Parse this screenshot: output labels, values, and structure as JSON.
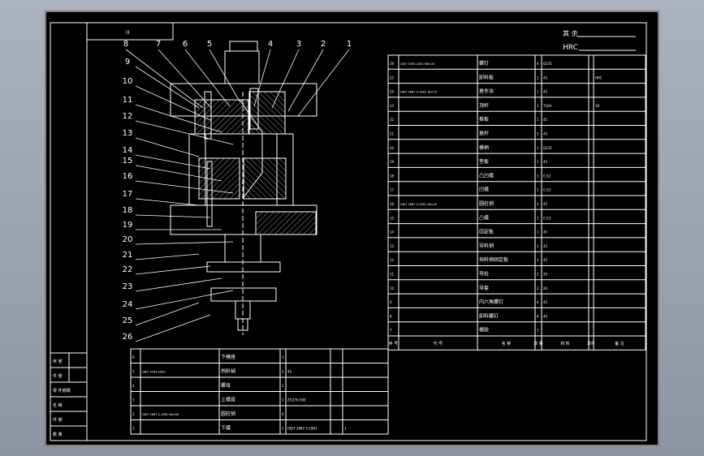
{
  "title_block": {
    "top_left_label": "ıı",
    "right_label_1": "其 余",
    "right_label_2": "HRC",
    "side_rows": [
      "序 號",
      "件 號",
      "零 件號碼",
      "名 稱",
      "件 號",
      "數    量"
    ]
  },
  "part_numbers": [
    "8",
    "7",
    "6",
    "5",
    "4",
    "3",
    "2",
    "1",
    "9",
    "10",
    "11",
    "12",
    "13",
    "14",
    "15",
    "16",
    "17",
    "18",
    "19",
    "20",
    "21",
    "22",
    "23",
    "24",
    "25",
    "26"
  ],
  "bom": {
    "header": [
      "序 号",
      "代  号",
      "名  称",
      "数 量",
      "材  料",
      "单件",
      "备  注"
    ],
    "rows": [
      {
        "no": "26",
        "code": "GB/T 5783-2000 M8×20",
        "name": "螺钉",
        "qty": "4",
        "mat": "Q235",
        "extra": ""
      },
      {
        "no": "25",
        "code": "",
        "name": "卸料板",
        "qty": "1",
        "mat": "45",
        "extra": "HRC"
      },
      {
        "no": "24",
        "code": "GB/T 2867.5-1981 16×70",
        "name": "推件块",
        "qty": "1",
        "mat": "45",
        "extra": ""
      },
      {
        "no": "23",
        "code": "",
        "name": "顶杆",
        "qty": "1",
        "mat": "T10A",
        "extra": "58"
      },
      {
        "no": "22",
        "code": "",
        "name": "推板",
        "qty": "1",
        "mat": "45",
        "extra": ""
      },
      {
        "no": "21",
        "code": "",
        "name": "推杆",
        "qty": "3",
        "mat": "45",
        "extra": ""
      },
      {
        "no": "20",
        "code": "",
        "name": "模柄",
        "qty": "1",
        "mat": "Q235",
        "extra": ""
      },
      {
        "no": "19",
        "code": "",
        "name": "垫板",
        "qty": "1",
        "mat": "45",
        "extra": ""
      },
      {
        "no": "18",
        "code": "",
        "name": "凸凹模",
        "qty": "1",
        "mat": "Cr12",
        "extra": ""
      },
      {
        "no": "17",
        "code": "",
        "name": "凹模",
        "qty": "1",
        "mat": "Cr12",
        "extra": ""
      },
      {
        "no": "16",
        "code": "GB/T 2867.5-1981 A6×40",
        "name": "圆柱销",
        "qty": "2",
        "mat": "45",
        "extra": ""
      },
      {
        "no": "15",
        "code": "",
        "name": "凸模",
        "qty": "1",
        "mat": "Cr12",
        "extra": ""
      },
      {
        "no": "14",
        "code": "",
        "name": "固定板",
        "qty": "1",
        "mat": "45",
        "extra": ""
      },
      {
        "no": "13",
        "code": "",
        "name": "导料销",
        "qty": "1",
        "mat": "45",
        "extra": ""
      },
      {
        "no": "12",
        "code": "",
        "name": "挡料销固定板",
        "qty": "1",
        "mat": "45",
        "extra": ""
      },
      {
        "no": "11",
        "code": "",
        "name": "导柱",
        "qty": "2",
        "mat": "20",
        "extra": ""
      },
      {
        "no": "10",
        "code": "",
        "name": "导套",
        "qty": "2",
        "mat": "20",
        "extra": ""
      },
      {
        "no": "9",
        "code": "",
        "name": "内六角螺钉",
        "qty": "4",
        "mat": "45",
        "extra": ""
      },
      {
        "no": "8",
        "code": "",
        "name": "卸料螺钉",
        "qty": "4",
        "mat": "45",
        "extra": ""
      },
      {
        "no": "7",
        "code": "",
        "name": "橡胶",
        "qty": "1",
        "mat": "",
        "extra": ""
      }
    ]
  },
  "lower_table": {
    "rows": [
      {
        "no": "6",
        "code": "",
        "name": "下模座",
        "qty": "1",
        "mat": "",
        "extra": ""
      },
      {
        "no": "5",
        "code": "GB/T 5783-2000",
        "name": "挡料销",
        "qty": "2",
        "mat": "45",
        "extra": ""
      },
      {
        "no": "4",
        "code": "",
        "name": "螺母",
        "qty": "1",
        "mat": "",
        "extra": ""
      },
      {
        "no": "3",
        "code": "",
        "name": "上模座",
        "qty": "1",
        "mat": "ZG270-500",
        "extra": ""
      },
      {
        "no": "2",
        "code": "GB/T 2867.5-1981 A6×60",
        "name": "圆柱销",
        "qty": "4",
        "mat": "",
        "extra": ""
      },
      {
        "no": "1",
        "code": "",
        "name": "下模",
        "qty": "1",
        "mat": "GB/T 2867.5-1981",
        "extra": "1"
      }
    ]
  }
}
